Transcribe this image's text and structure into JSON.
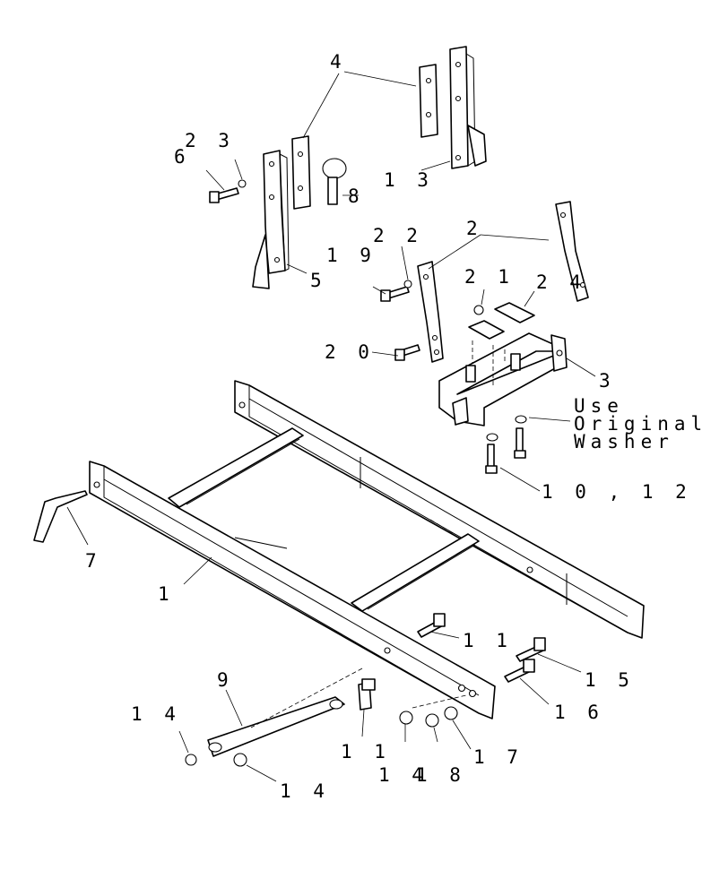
{
  "callouts": {
    "c1": "1",
    "c2": "2",
    "c3": "3",
    "c4": "4",
    "c5": "5",
    "c6": "6",
    "c7": "7",
    "c8": "8",
    "c9": "9",
    "c10_12": "1 0 , 1 2",
    "c11a": "1 1",
    "c11b": "1 1",
    "c13": "1 3",
    "c14a": "1 4",
    "c14b": "1 4",
    "c14c": "1 4",
    "c15": "1 5",
    "c16": "1 6",
    "c17": "1 7",
    "c18": "1 8",
    "c19": "1 9",
    "c20": "2 0",
    "c21": "2 1",
    "c22": "2 2",
    "c23": "2 3",
    "c24": "2 4"
  },
  "note": {
    "line1": "Use",
    "line2": "Original",
    "line3": "Washer"
  }
}
